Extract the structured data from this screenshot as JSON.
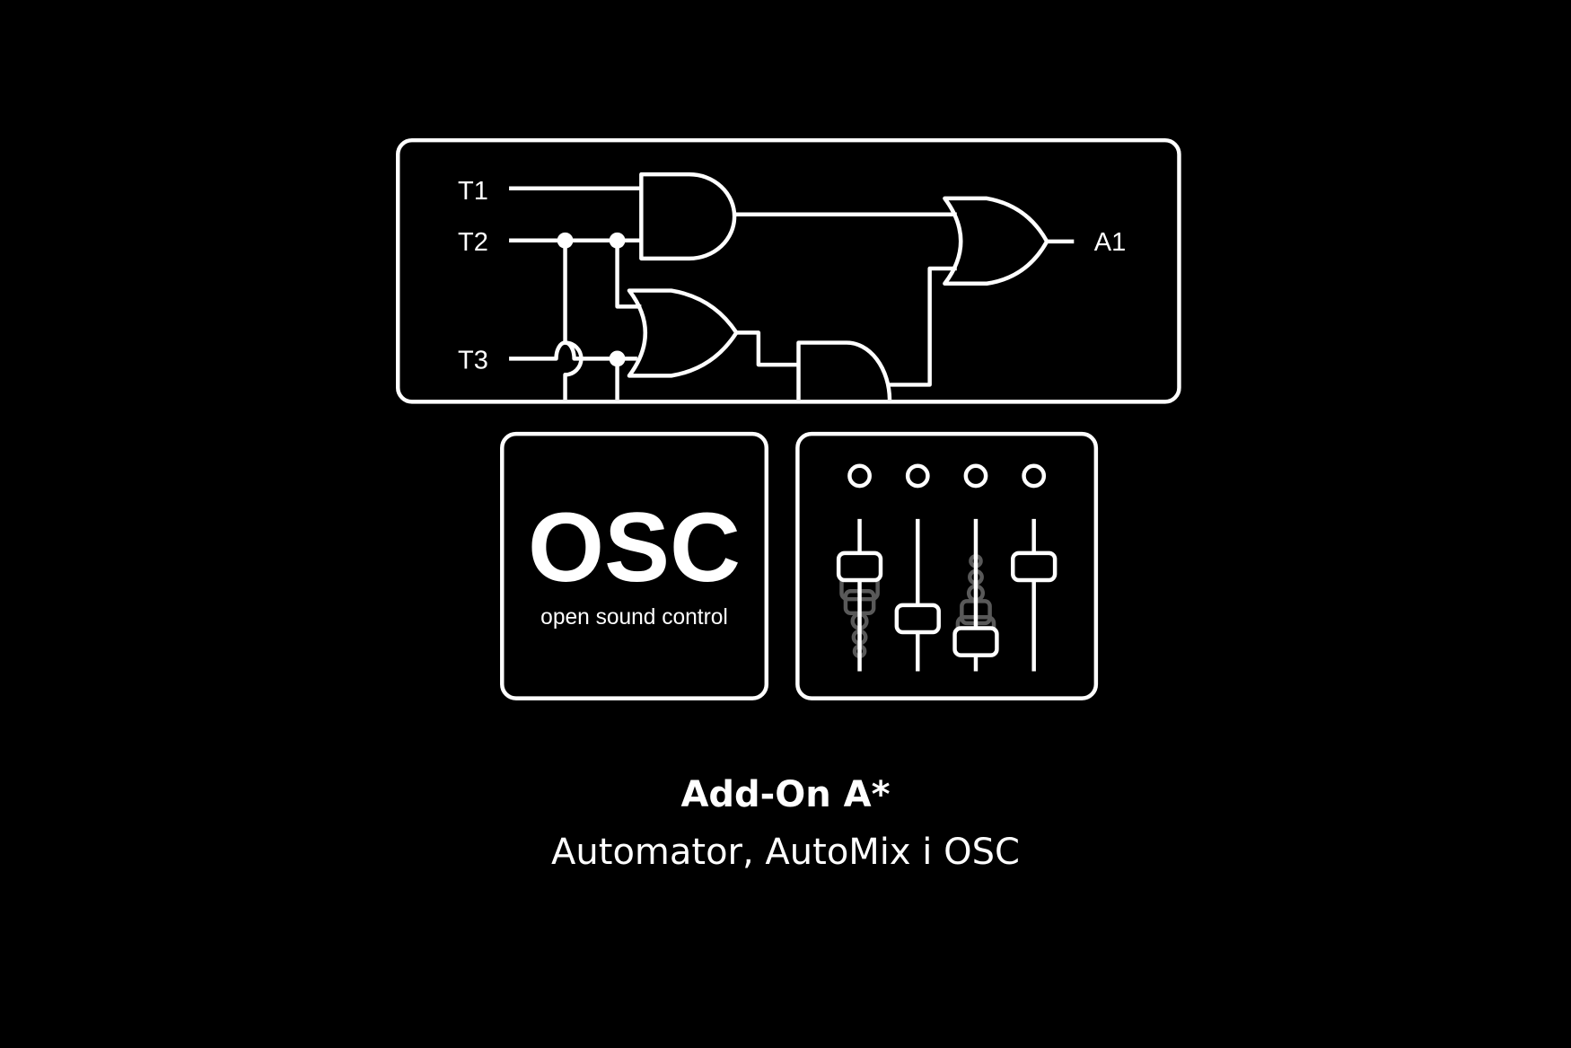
{
  "circuit": {
    "inputs": [
      "T1",
      "T2",
      "T3"
    ],
    "output": "A1"
  },
  "osc": {
    "title": "OSC",
    "subtitle": "open sound control"
  },
  "mixer": {
    "channels": 4
  },
  "caption": {
    "title": "Add-On A*",
    "subtitle": "Automator, AutoMix i OSC"
  },
  "colors": {
    "background": "#000000",
    "foreground": "#ffffff"
  }
}
